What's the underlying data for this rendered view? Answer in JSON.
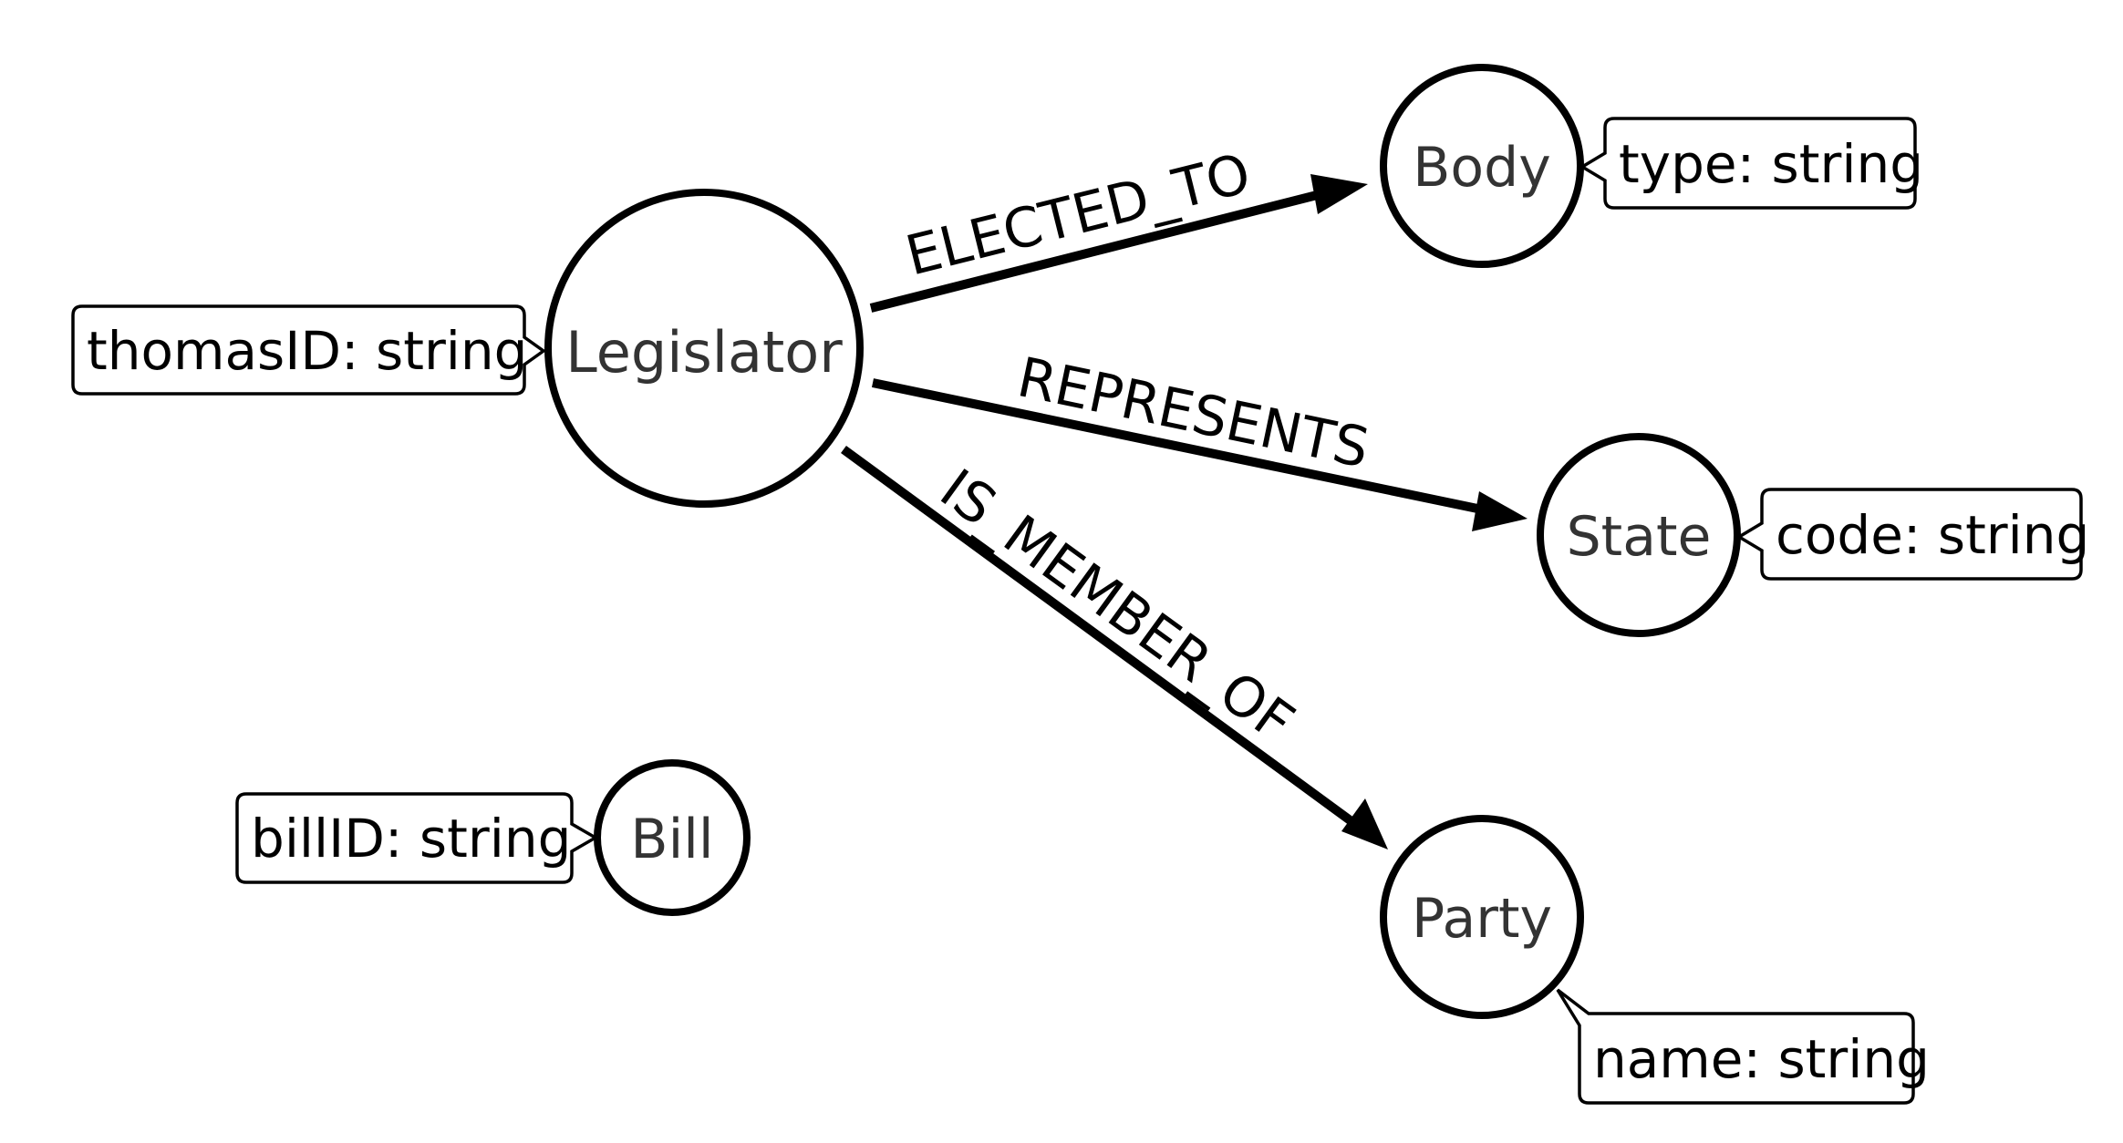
{
  "nodes": {
    "legislator": {
      "label": "Legislator",
      "property": "thomasID: string"
    },
    "body": {
      "label": "Body",
      "property": "type: string"
    },
    "state": {
      "label": "State",
      "property": "code: string"
    },
    "party": {
      "label": "Party",
      "property": "name: string"
    },
    "bill": {
      "label": "Bill",
      "property": "billID: string"
    }
  },
  "edges": {
    "elected_to": {
      "label": "ELECTED_TO"
    },
    "represents": {
      "label": "REPRESENTS"
    },
    "is_member_of": {
      "label": "IS_MEMBER_OF"
    }
  },
  "colors": {
    "stroke": "#000000",
    "node_text": "#333333",
    "background": "#ffffff"
  }
}
